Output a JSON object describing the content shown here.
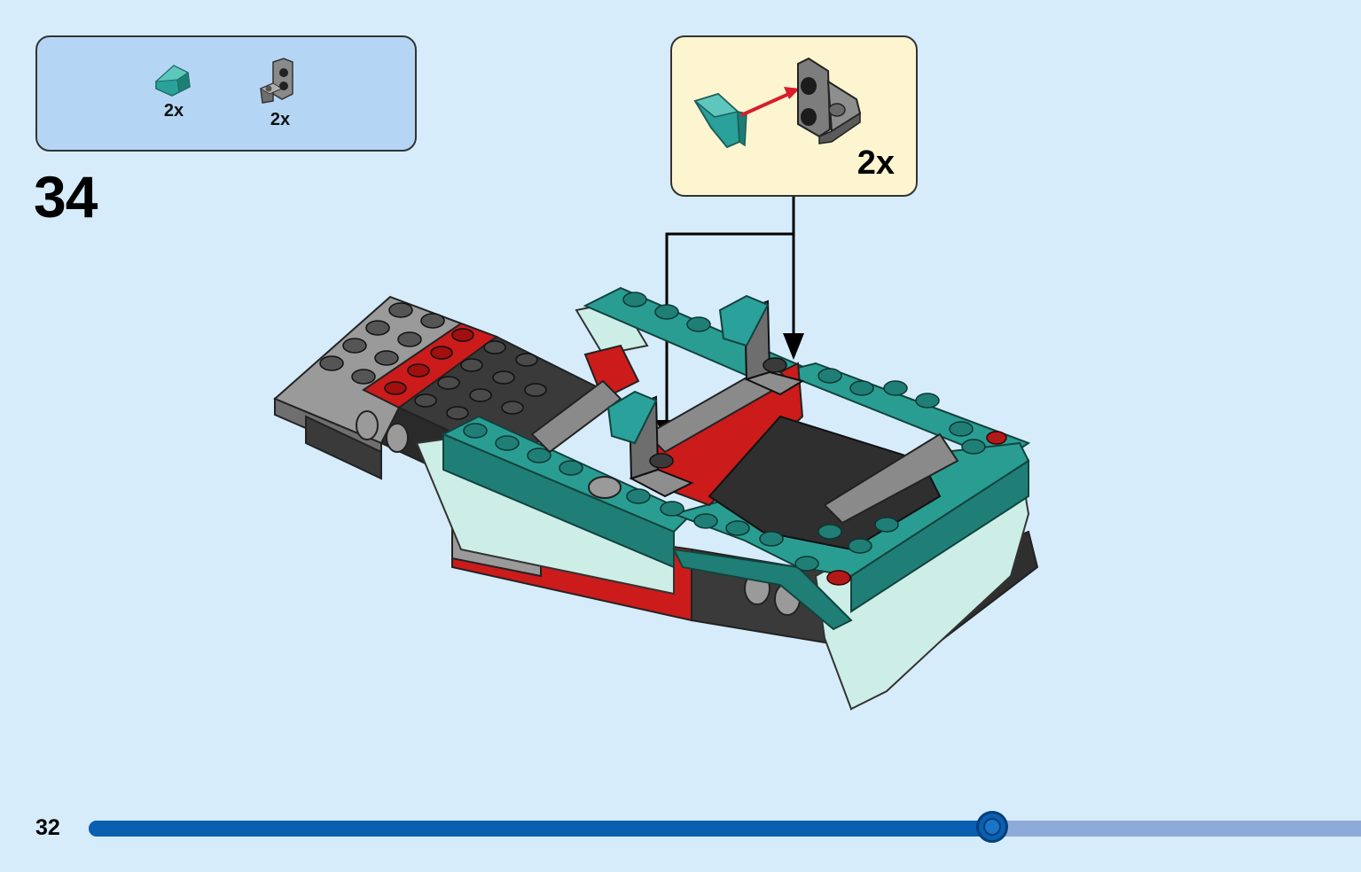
{
  "parts_list": {
    "items": [
      {
        "icon": "teal-slope-brick-icon",
        "quantity": "2x",
        "color": "#2aa19a"
      },
      {
        "icon": "grey-bracket-plate-icon",
        "quantity": "2x",
        "color": "#8a8a8a"
      }
    ]
  },
  "step": {
    "number": "34"
  },
  "callout": {
    "quantity": "2x"
  },
  "colors": {
    "background": "#d6ecfb",
    "parts_box": "#b4d6f4",
    "callout_box": "#fdf5d0",
    "teal": "#2a9d93",
    "light_teal": "#cdeee6",
    "red": "#cc1b1b",
    "dark_grey": "#3a3a3a",
    "grey": "#9a9a9a",
    "progress": "#0a5fb0"
  },
  "footer": {
    "page_number": "32",
    "progress_fraction": 0.71
  }
}
